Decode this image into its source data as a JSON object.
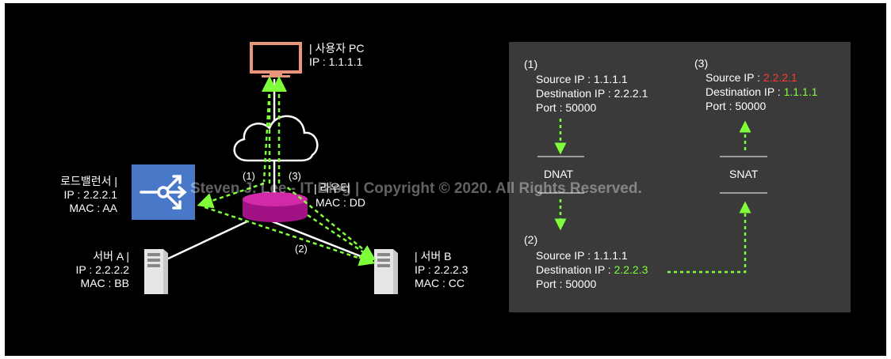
{
  "pc": {
    "label": "| 사용자 PC",
    "ip": "IP : 1.1.1.1"
  },
  "load_balancer": {
    "label": "로드밸런서 |",
    "ip": "IP : 2.2.2.1",
    "mac": "MAC : AA"
  },
  "router": {
    "label": "| 라우터",
    "mac": "MAC : DD"
  },
  "server_a": {
    "label": "서버 A |",
    "ip": "IP : 2.2.2.2",
    "mac": "MAC : BB"
  },
  "server_b": {
    "label": "| 서버 B",
    "ip": "IP : 2.2.2.3",
    "mac": "MAC : CC"
  },
  "path_labels": {
    "p1": "(1)",
    "p2": "(2)",
    "p3": "(3)"
  },
  "watermark": "Steven J. Lee - IT Blog | Copyright © 2020. All Rights Reserved.",
  "panel": {
    "step1": {
      "num": "(1)",
      "source": "Source IP : 1.1.1.1",
      "dest": "Destination IP : 2.2.2.1",
      "port": "Port : 50000"
    },
    "dnat": "DNAT",
    "step2": {
      "num": "(2)",
      "source": "Source IP : 1.1.1.1",
      "dest_prefix": "Destination IP : ",
      "dest_value": "2.2.2.3",
      "port": "Port : 50000"
    },
    "snat": "SNAT",
    "step3": {
      "num": "(3)",
      "source_prefix": "Source IP : ",
      "source_value": "2.2.2.1",
      "dest_prefix": "Destination IP : ",
      "dest_value": "1.1.1.1",
      "port": "Port : 50000"
    }
  },
  "colors": {
    "arrow": "#7fff3a",
    "highlight_red": "#ff3b2f",
    "lb_blue": "#4a78c8",
    "router_magenta": "#c0189a",
    "monitor": "#e8957a"
  }
}
